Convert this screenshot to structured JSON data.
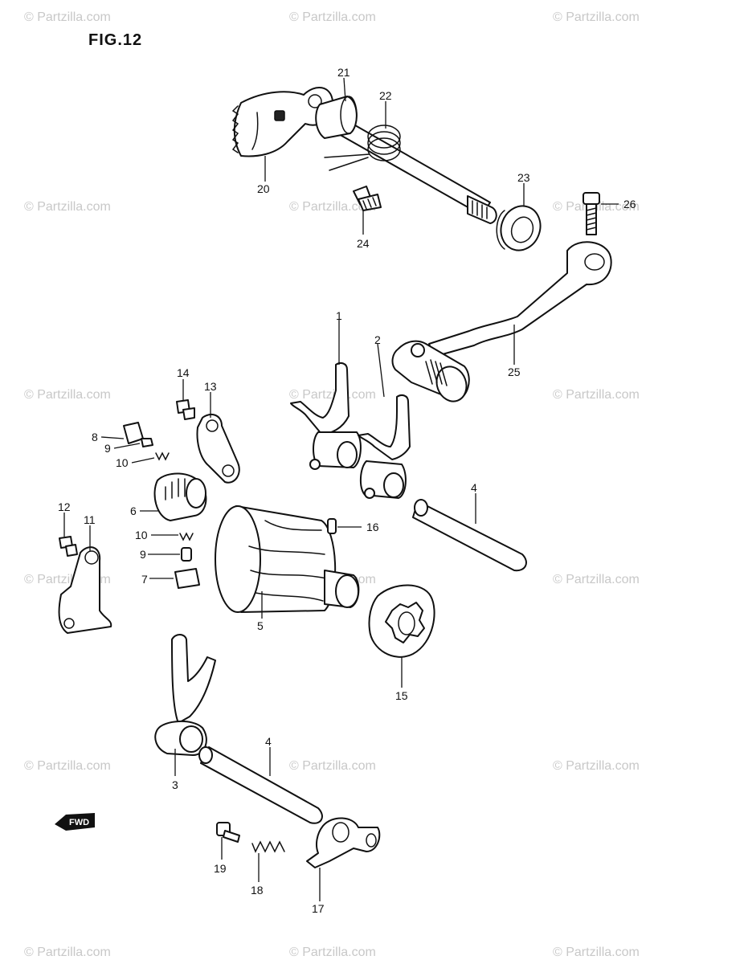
{
  "figure": {
    "title": "FIG.12"
  },
  "watermark": "© Partzilla.com",
  "fwd_label": "FWD",
  "callouts": {
    "c1": "1",
    "c2": "2",
    "c3": "3",
    "c4a": "4",
    "c4b": "4",
    "c5": "5",
    "c6": "6",
    "c7": "7",
    "c8": "8",
    "c9a": "9",
    "c9b": "9",
    "c10a": "10",
    "c10b": "10",
    "c11": "11",
    "c12": "12",
    "c13": "13",
    "c14": "14",
    "c15": "15",
    "c16": "16",
    "c17": "17",
    "c18": "18",
    "c19": "19",
    "c20": "20",
    "c21": "21",
    "c22": "22",
    "c23": "23",
    "c24": "24",
    "c25": "25",
    "c26": "26"
  }
}
